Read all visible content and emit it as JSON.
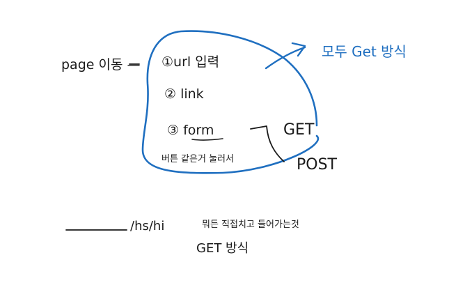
{
  "colors": {
    "ink": "#1a1a1a",
    "accent": "#1f6fc0",
    "background": "#ffffff"
  },
  "notes": {
    "page_label": "page 이동 —",
    "item1": "①url 입력",
    "item2": "② link",
    "item3": "③ form",
    "item4": "버튼 같은거 눌러서",
    "get": "GET",
    "post": "POST",
    "all_get": "모두 Get 방식",
    "path": "/hs/hi",
    "desc": "뭐든 직접치고 들어가는것",
    "get_method": "GET 방식"
  }
}
